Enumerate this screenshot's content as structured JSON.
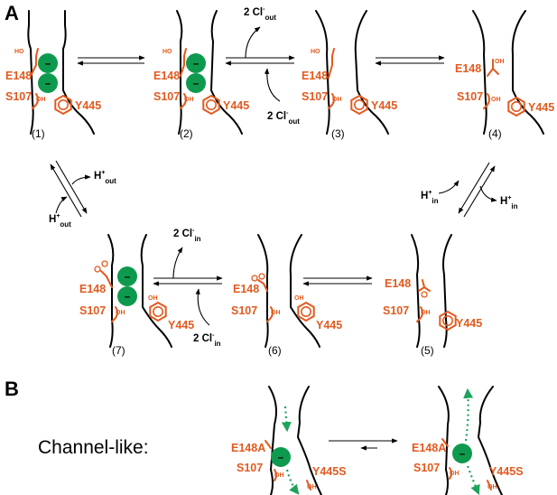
{
  "panels": {
    "a": "A",
    "b": "B"
  },
  "residues": {
    "e148": "E148",
    "s107": "S107",
    "y445": "Y445",
    "e148_mut": "E148A",
    "y445_mut": "Y445S",
    "ho": "HO",
    "oh": "OH"
  },
  "states": [
    "(1)",
    "(2)",
    "(3)",
    "(4)",
    "(5)",
    "(6)",
    "(7)"
  ],
  "ions": {
    "cl_coef": "2 Cl",
    "cl_sup": "-",
    "out_sub": "out",
    "in_sub": "in",
    "h": "H",
    "h_sup": "+"
  },
  "ion_symbol": "–",
  "channel_label": "Channel-like:",
  "colors": {
    "residue": "#e35a1f",
    "ion": "#0e9a4e",
    "permeation": "#1fa35c"
  }
}
